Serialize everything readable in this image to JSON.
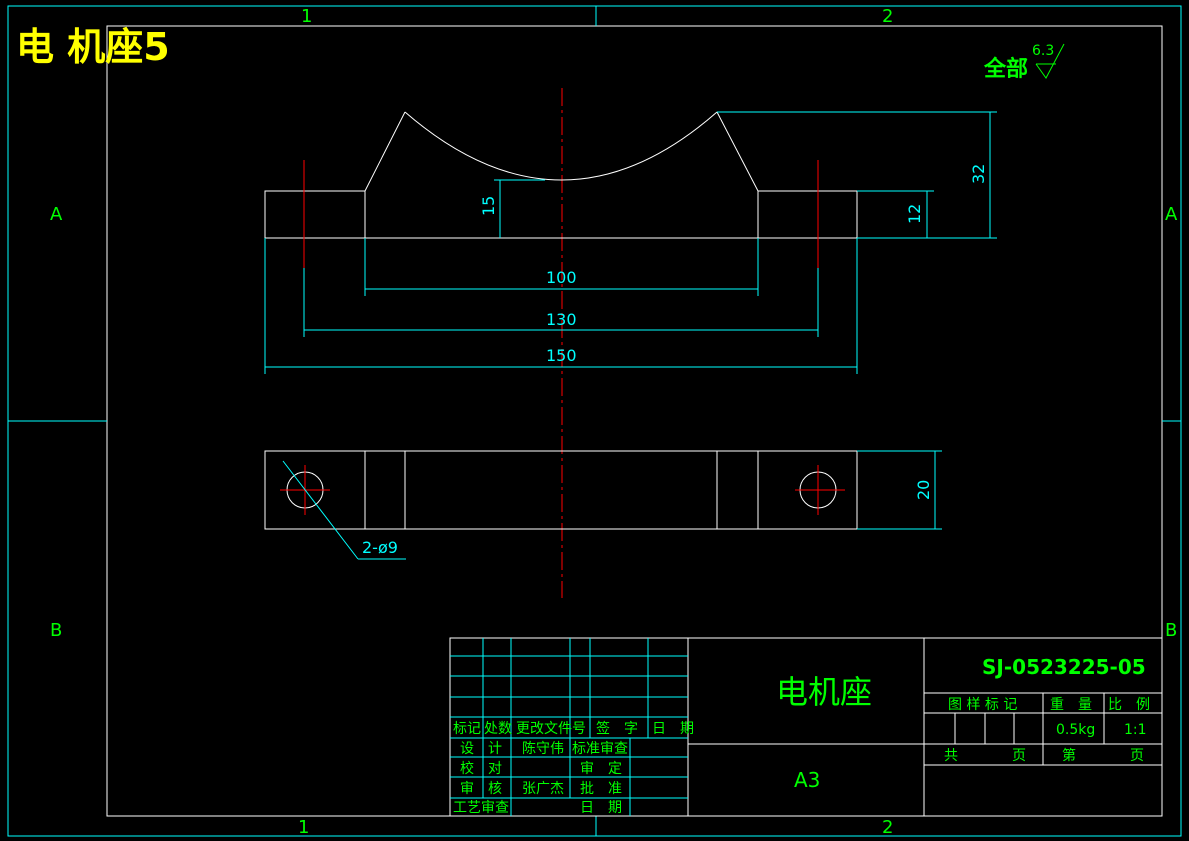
{
  "title": "电 机座5",
  "roughness": {
    "label": "全部",
    "value": "6.3"
  },
  "zones": {
    "cols": [
      "1",
      "2"
    ],
    "rows": [
      "A",
      "B"
    ]
  },
  "dimensions": {
    "d100": "100",
    "d130": "130",
    "d150": "150",
    "d15": "15",
    "d12": "12",
    "d32": "32",
    "d20": "20",
    "holes": "2-ø9"
  },
  "title_block": {
    "part_name": "电机座",
    "drawing_no": "SJ-0523225-05",
    "sheet_size": "A3",
    "headers": [
      "标记",
      "处数",
      "更改文件号",
      "签　字",
      "日　期"
    ],
    "design_label": "设　计",
    "designer": "陈守伟",
    "std_review_label": "标准审查",
    "check_label": "校　对",
    "approve_fix_label": "审　定",
    "review_label": "审　核",
    "reviewer": "张广杰",
    "ratify_label": "批　准",
    "process_label": "工艺审查",
    "date_label": "日　期",
    "pattern_mark_label": "图 样 标 记",
    "weight_label": "重　量",
    "scale_label": "比　例",
    "weight": "0.5kg",
    "scale": "1:1",
    "total_label": "共",
    "page_label": "页",
    "sheet_label": "第",
    "page_label2": "页"
  }
}
